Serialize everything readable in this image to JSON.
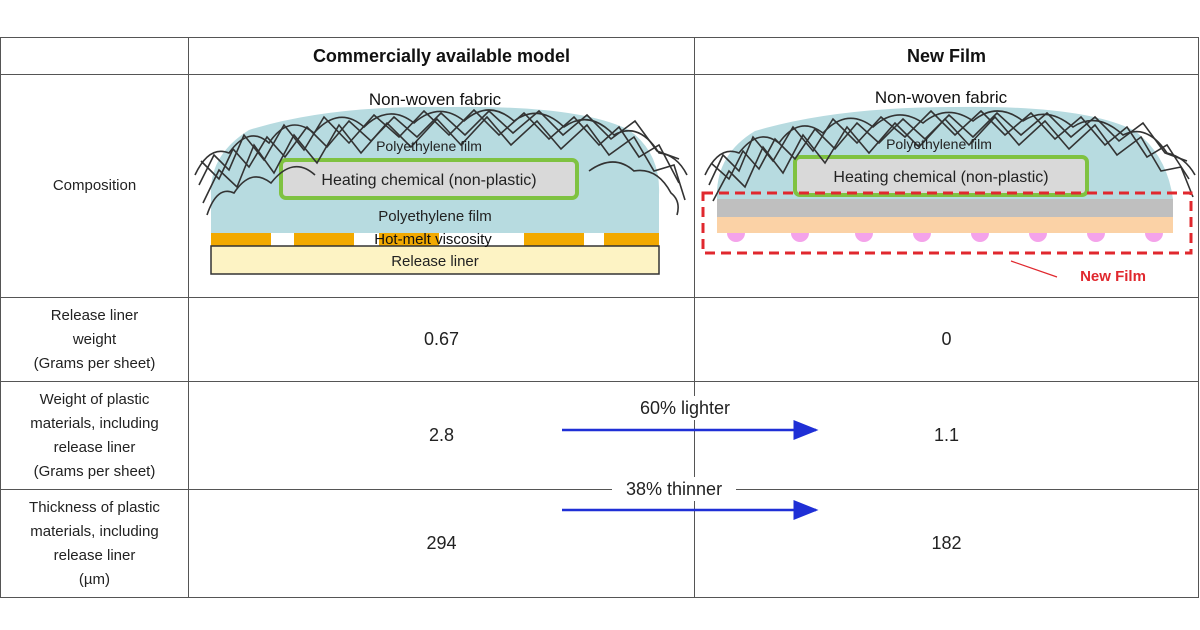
{
  "table": {
    "headers": [
      "",
      "Commercially available model",
      "New Film"
    ],
    "rows": [
      {
        "label": "Composition"
      },
      {
        "label_lines": [
          "Release liner",
          "weight",
          "(Grams per sheet)"
        ],
        "commercial": "0.67",
        "new_film": "0"
      },
      {
        "label_lines": [
          "Weight of plastic",
          "materials, including",
          "release liner",
          "(Grams per sheet)"
        ],
        "commercial": "2.8",
        "new_film": "1.1"
      },
      {
        "label_lines": [
          "Thickness of plastic",
          "materials, including",
          "release liner",
          "(µm)"
        ],
        "commercial": "294",
        "new_film": "182"
      }
    ]
  },
  "diagram_commercial": {
    "nonwoven": "Non-woven fabric",
    "pe_top": "Polyethylene film",
    "heating": "Heating chemical (non-plastic)",
    "pe_bottom": "Polyethylene film",
    "hotmelt": "Hot-melt viscosity",
    "release": "Release liner"
  },
  "diagram_new": {
    "nonwoven": "Non-woven fabric",
    "pe_top": "Polyethylene film",
    "heating": "Heating chemical (non-plastic)",
    "new_film_callout": "New Film"
  },
  "comparisons": {
    "weight": "60% lighter",
    "thickness": "38% thinner"
  },
  "colors": {
    "pe_film": "#b7dbe0",
    "heating_border": "#7fc241",
    "heating_fill": "#d9d9d9",
    "hotmelt": "#f2a900",
    "release_liner": "#fdf3c4",
    "new_film_gray": "#bfbfbf",
    "new_film_peach": "#fbd2a6",
    "new_film_dots": "#f4a3ea",
    "callout_red": "#e0282e",
    "arrow_blue": "#1f2fd6"
  }
}
